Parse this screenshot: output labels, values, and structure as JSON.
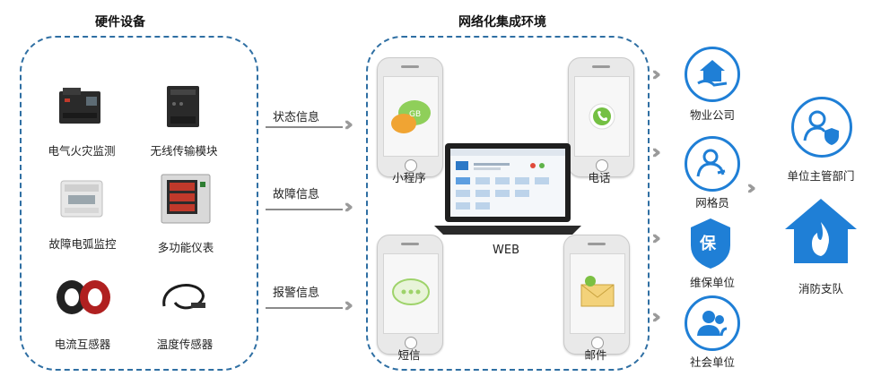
{
  "sections": {
    "hardware_title": "硬件设备",
    "network_title": "网络化集成环境"
  },
  "devices": [
    {
      "label": "电气火灾监测",
      "icon": "electrical-fire-monitor-icon"
    },
    {
      "label": "无线传输模块",
      "icon": "wireless-transmission-module-icon"
    },
    {
      "label": "故障电弧监控",
      "icon": "arc-fault-monitor-icon"
    },
    {
      "label": "多功能仪表",
      "icon": "multifunction-meter-icon"
    },
    {
      "label": "电流互感器",
      "icon": "current-transformer-icon"
    },
    {
      "label": "温度传感器",
      "icon": "temperature-sensor-icon"
    }
  ],
  "flows": [
    {
      "label": "状态信息"
    },
    {
      "label": "故障信息"
    },
    {
      "label": "报警信息"
    }
  ],
  "channels": {
    "mini_program": "小程序",
    "phone": "电话",
    "web": "WEB",
    "sms": "短信",
    "email": "邮件"
  },
  "recipients": [
    {
      "label": "物业公司",
      "icon": "property-company-icon"
    },
    {
      "label": "网格员",
      "icon": "grid-member-icon"
    },
    {
      "label": "维保单位",
      "icon": "maintenance-unit-icon"
    },
    {
      "label": "社会单位",
      "icon": "social-unit-icon"
    }
  ],
  "authorities": [
    {
      "label": "单位主管部门",
      "icon": "competent-department-icon"
    },
    {
      "label": "消防支队",
      "icon": "fire-brigade-icon"
    }
  ],
  "colors": {
    "accent_blue": "#1f7fd6",
    "dash_blue": "#2f6fa3",
    "chevron_gray": "#9a9a9a",
    "sms_green": "#9ed36a",
    "phone_green": "#74c043"
  }
}
